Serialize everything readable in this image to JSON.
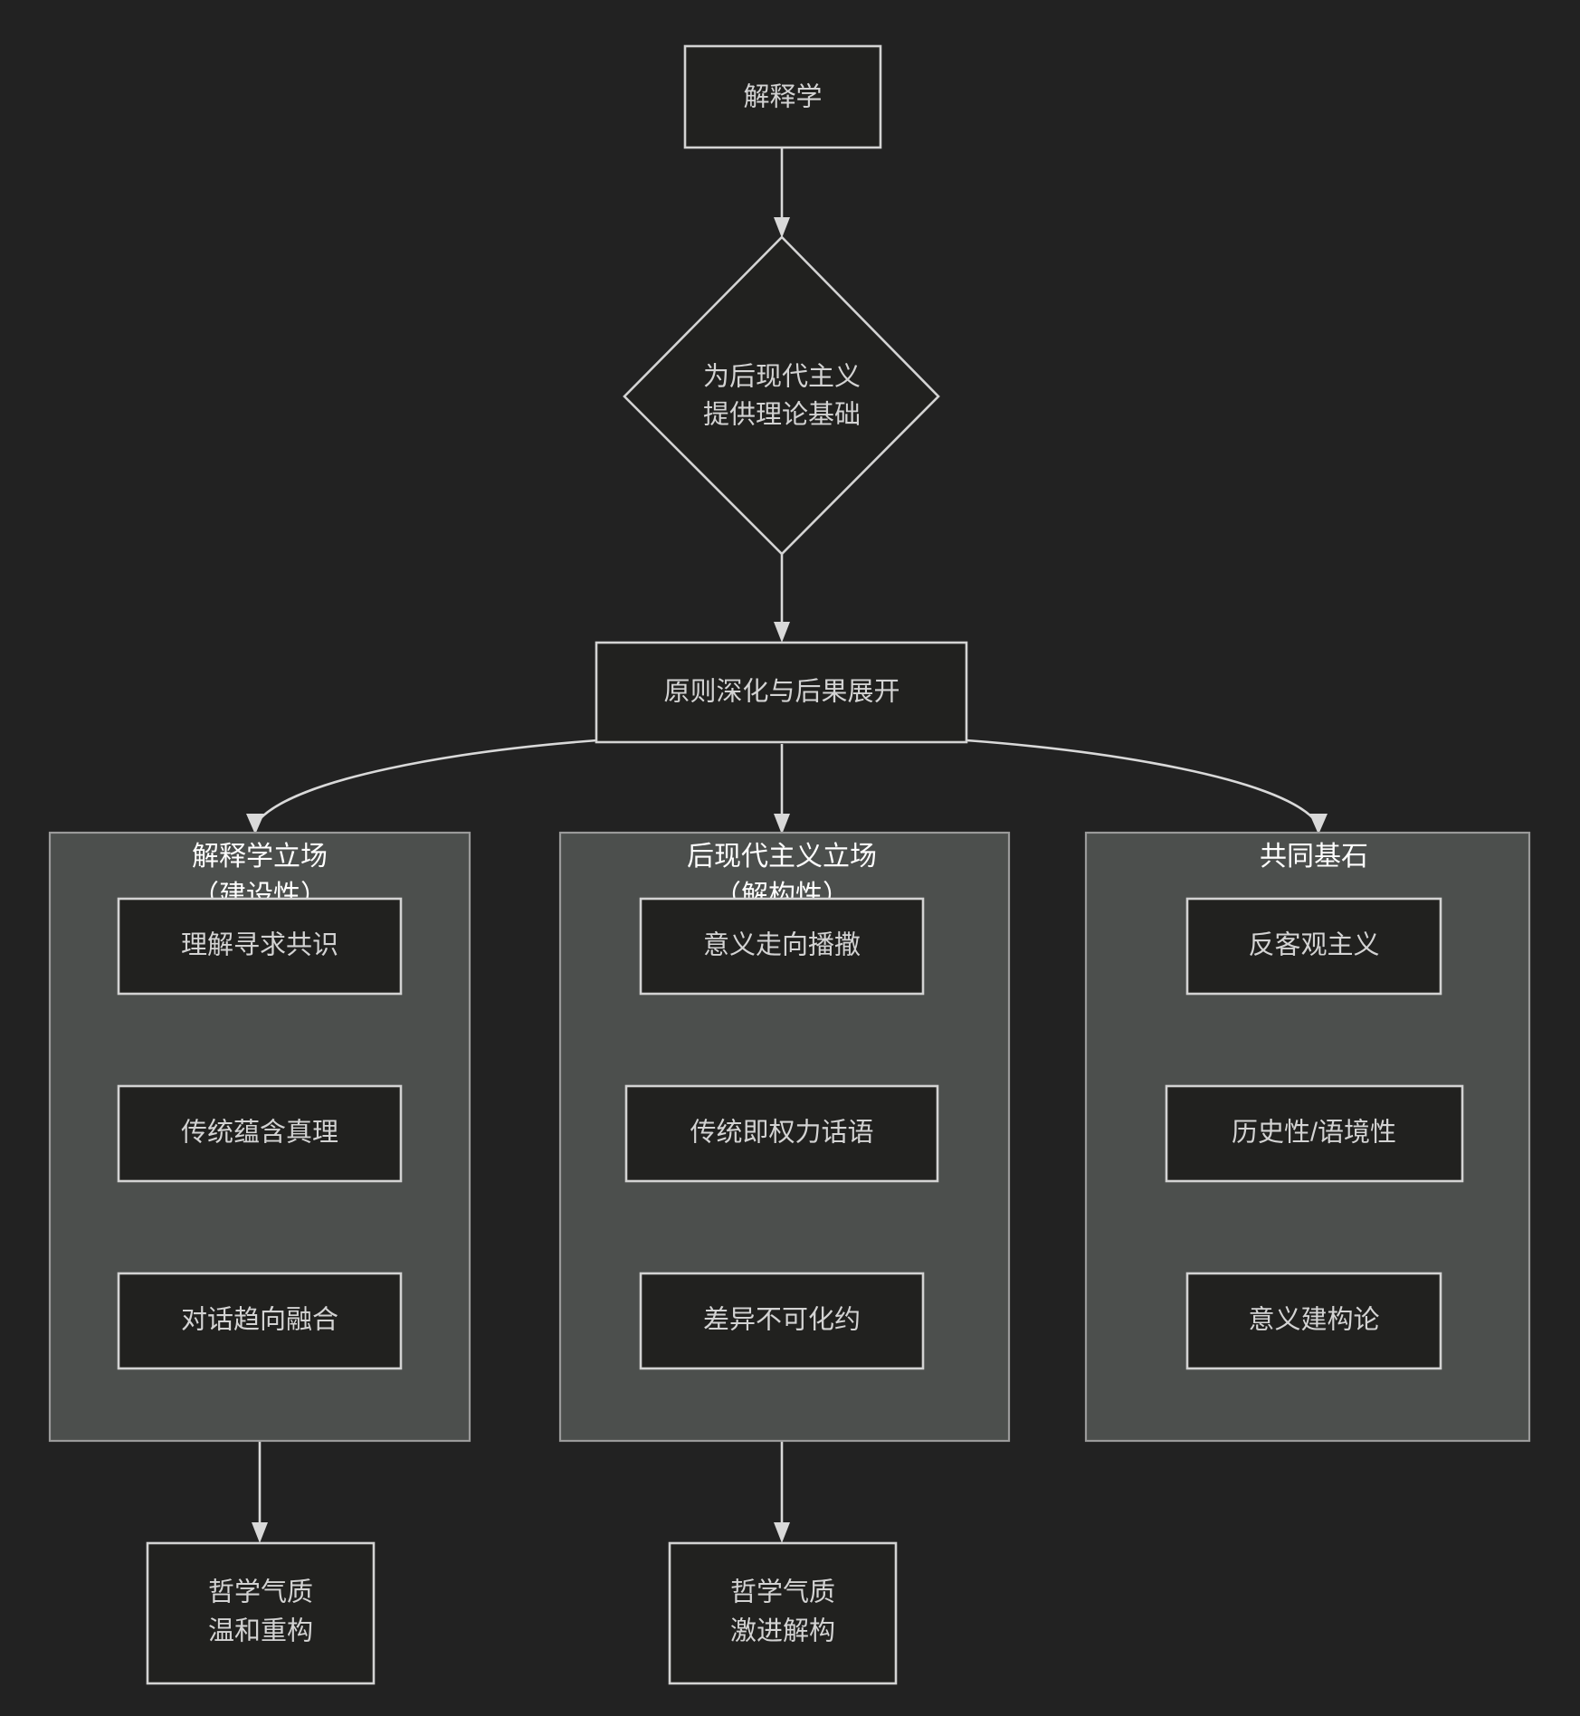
{
  "diagram": {
    "type": "flowchart",
    "direction": "top-down",
    "background_color": "#222222",
    "node_fill": "#21211f",
    "node_stroke": "#d3d3d3",
    "cluster_fill": "#4c4f4d",
    "cluster_stroke": "#9a9a9a",
    "text_color": "#d3d3d3",
    "cluster_title_color": "#ffffff"
  },
  "nodes": {
    "root": {
      "id": "A",
      "label": "解释学",
      "shape": "rect"
    },
    "decision": {
      "id": "B",
      "label_line1": "为后现代主义",
      "label_line2": "提供理论基础",
      "shape": "diamond"
    },
    "expansion": {
      "id": "C",
      "label": "原则深化与后果展开",
      "shape": "rect"
    }
  },
  "clusters": [
    {
      "id": "SG1",
      "title": "解释学立场",
      "subtitle": "（建设性）",
      "items": [
        {
          "id": "D1",
          "label": "理解寻求共识"
        },
        {
          "id": "D2",
          "label": "传统蕴含真理"
        },
        {
          "id": "D3",
          "label": "对话趋向融合"
        }
      ]
    },
    {
      "id": "SG2",
      "title": "后现代主义立场",
      "subtitle": "（解构性）",
      "items": [
        {
          "id": "E1",
          "label": "意义走向播撒"
        },
        {
          "id": "E2",
          "label": "传统即权力话语"
        },
        {
          "id": "E3",
          "label": "差异不可化约"
        }
      ]
    },
    {
      "id": "SG3",
      "title": "共同基石",
      "subtitle": "",
      "items": [
        {
          "id": "F1",
          "label": "反客观主义"
        },
        {
          "id": "F2",
          "label": "历史性/语境性"
        },
        {
          "id": "F3",
          "label": "意义建构论"
        }
      ]
    }
  ],
  "outcomes": [
    {
      "id": "G1",
      "label_line1": "哲学气质",
      "label_line2": "温和重构"
    },
    {
      "id": "G2",
      "label_line1": "哲学气质",
      "label_line2": "激进解构"
    }
  ],
  "edges": [
    {
      "from": "A",
      "to": "B",
      "style": "straight-arrow"
    },
    {
      "from": "B",
      "to": "C",
      "style": "straight-arrow"
    },
    {
      "from": "C",
      "to": "SG1",
      "style": "curved-arrow"
    },
    {
      "from": "C",
      "to": "SG2",
      "style": "straight-arrow"
    },
    {
      "from": "C",
      "to": "SG3",
      "style": "curved-arrow"
    },
    {
      "from": "SG1",
      "to": "G1",
      "style": "straight-arrow"
    },
    {
      "from": "SG2",
      "to": "G2",
      "style": "straight-arrow"
    }
  ]
}
